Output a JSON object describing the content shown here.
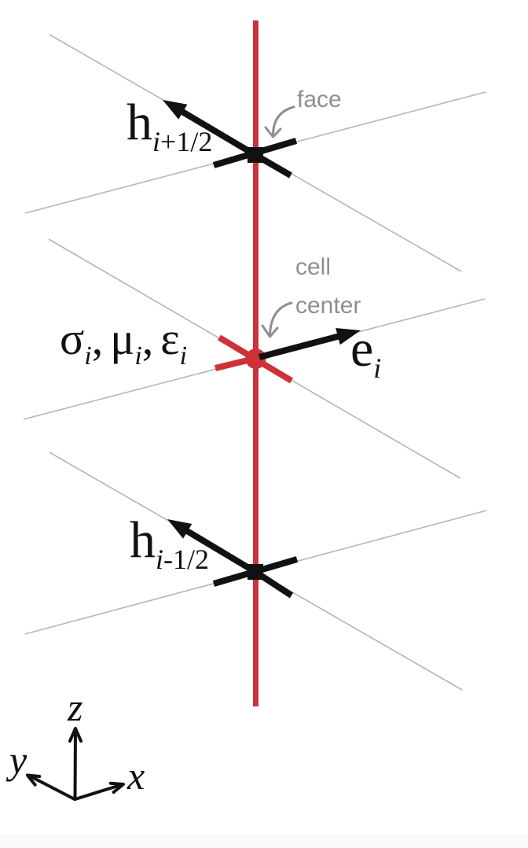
{
  "colors": {
    "red": "#cc3237",
    "black": "#111111",
    "gray_line": "#b5b5b5",
    "gray_text": "#8f8f8f",
    "bg": "#ffffff",
    "strip": "#fafafa"
  },
  "labels": {
    "h_top": {
      "base": "h",
      "sub_var": "i",
      "sub_rest": "+1/2"
    },
    "h_bottom": {
      "base": "h",
      "sub_var": "i",
      "sub_rest": "-1/2"
    },
    "e_center": {
      "base": "e",
      "sub_var": "i",
      "sub_rest": ""
    },
    "materials": {
      "sep": ",",
      "items": [
        {
          "sym": "σ",
          "sub": "i"
        },
        {
          "sym": "μ",
          "sub": "i"
        },
        {
          "sym": "ε",
          "sub": "i"
        }
      ]
    },
    "annotations": {
      "face": "face",
      "cell_line1": "cell",
      "cell_line2": "center"
    },
    "axes": {
      "x": "x",
      "y": "y",
      "z": "z"
    }
  }
}
